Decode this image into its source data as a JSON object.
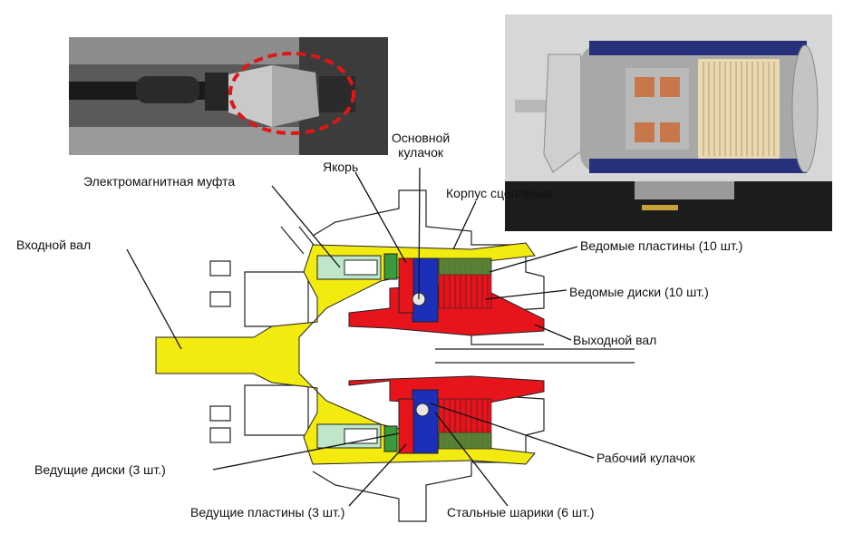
{
  "labels": {
    "input_shaft": "Входной вал",
    "em_clutch": "Электромагнитная муфта",
    "armature": "Якорь",
    "main_cam": "Основной\nкулачок",
    "clutch_housing": "Корпус сцепления",
    "driven_plates": "Ведомые пластины (10 шт.)",
    "driven_discs": "Ведомые диски (10 шт.)",
    "output_shaft": "Выходной вал",
    "drive_discs": "Ведущие диски (3 шт.)",
    "drive_plates": "Ведущие пластины (3 шт.)",
    "steel_balls": "Стальные шарики (6 шт.)",
    "working_cam": "Рабочий кулачок"
  },
  "colors": {
    "input_shaft": "#f3ea10",
    "output_parts": "#e8141c",
    "cam": "#1c2fb8",
    "plates": "#3a9a3c",
    "coil": "#bfe6c8",
    "outline": "#222222"
  }
}
